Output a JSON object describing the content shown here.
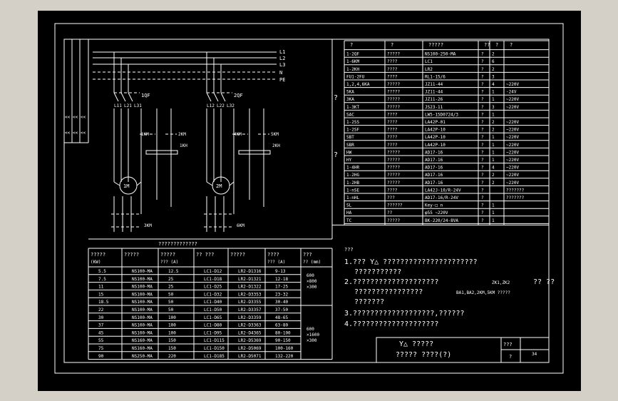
{
  "colors": {
    "background": "#000000",
    "lines": "#ffffff",
    "window": "#d4d0c8"
  },
  "bus_labels": [
    "L1",
    "L2",
    "L3",
    "N",
    "PE"
  ],
  "circuit": {
    "left": {
      "breaker": "1QF",
      "phases": [
        "L11",
        "L21",
        "L31"
      ],
      "contactors": [
        "1KM",
        "2KM",
        "3KM"
      ],
      "relay": "1KH",
      "motor": "1M"
    },
    "right": {
      "breaker": "2QF",
      "phases": [
        "L12",
        "L22",
        "L32"
      ],
      "contactors": [
        "4KM",
        "5KM",
        "6KM"
      ],
      "relay": "2KH",
      "motor": "2M"
    }
  },
  "bom": {
    "headers": [
      "?",
      "?",
      "?????",
      "??",
      "?",
      "?"
    ],
    "group_marks": [
      "?",
      "?"
    ],
    "rows": [
      [
        "1-2QF",
        "?????",
        "NS100-250-MA",
        "?",
        "2",
        ""
      ],
      [
        "1-6KM",
        "????",
        "LC1",
        "?",
        "6",
        ""
      ],
      [
        "1-2KH",
        "????",
        "LR2",
        "?",
        "2",
        ""
      ],
      [
        "FU1-2FU",
        "????",
        "RL1-15/6",
        "?",
        "3",
        ""
      ],
      [
        "1,2,4,6KA",
        "?????",
        "JZ11-44",
        "?",
        "4",
        "~220V"
      ],
      [
        "5KA",
        "?????",
        "JZ11-44",
        "?",
        "1",
        "-24V"
      ],
      [
        "3KA",
        "?????",
        "JZ11-26",
        "?",
        "1",
        "~220V"
      ],
      [
        "1-3KT",
        "?????",
        "JS23-11",
        "?",
        "3",
        "~220V"
      ],
      [
        "SAC",
        "????",
        "LW5-15D0724/3",
        "?",
        "1",
        ""
      ],
      [
        "1-2SS",
        "????",
        "LA42P-01",
        "?",
        "2",
        "~220V"
      ],
      [
        "1-2SF",
        "????",
        "LA42P-10",
        "?",
        "2",
        "~220V"
      ],
      [
        "SBT",
        "????",
        "LA42P-10",
        "?",
        "1",
        "~220V"
      ],
      [
        "SBR",
        "????",
        "LA42P-10",
        "?",
        "1",
        "~220V"
      ],
      [
        "HW",
        "?????",
        "AD17-16",
        "?",
        "1",
        "~220V"
      ],
      [
        "HY",
        "?????",
        "AD17-16",
        "?",
        "1",
        "~220V"
      ],
      [
        "1-4HR",
        "?????",
        "AD17-16",
        "?",
        "4",
        "~220V"
      ],
      [
        "1-2HG",
        "?????",
        "AD17-16",
        "?",
        "2",
        "~220V"
      ],
      [
        "1-2HB",
        "?????",
        "AD17-16",
        "?",
        "2",
        "~220V"
      ],
      [
        "1-nSE",
        "????",
        "LA42J-10/R-24V",
        "?",
        "",
        "???????"
      ],
      [
        "1-nHL",
        "???",
        "AD17-16/R-24V",
        "?",
        "",
        "???????"
      ],
      [
        "SL",
        "??????",
        "Key-□  n",
        "?",
        "1",
        ""
      ],
      [
        "HA",
        "??",
        "φ55 ~220V",
        "?",
        "1",
        ""
      ],
      [
        "TC",
        "?????",
        "BK-220/24-8VA",
        "?",
        "1",
        ""
      ]
    ]
  },
  "selection": {
    "title": "?????????????",
    "headers": [
      "?????\n(KW)",
      "?????",
      "?????\n??? (A)",
      "?? ???",
      "?????",
      "????\n??? (A)",
      "???\n?? (mm)"
    ],
    "rows": [
      [
        "5.5",
        "NS100-MA",
        "12.5",
        "LC1-D12",
        "LR2-D1316",
        "9-13"
      ],
      [
        "7.5",
        "NS100-MA",
        "25",
        "LC1-D18",
        "LR2-D1321",
        "12-18"
      ],
      [
        "11",
        "NS100-MA",
        "25",
        "LC1-D25",
        "LR2-D1322",
        "17-25"
      ],
      [
        "15",
        "NS100-MA",
        "50",
        "LC1-D32",
        "LR2-D3353",
        "23-32"
      ],
      [
        "18.5",
        "NS100-MA",
        "50",
        "LC1-D40",
        "LR2-D3355",
        "30-40"
      ],
      [
        "22",
        "NS100-MA",
        "50",
        "LC1-D50",
        "LR2-D3357",
        "37-50"
      ],
      [
        "30",
        "NS100-MA",
        "100",
        "LC1-D65",
        "LR2-D3359",
        "48-65"
      ],
      [
        "37",
        "NS100-MA",
        "100",
        "LC1-D80",
        "LR2-D3363",
        "63-80"
      ],
      [
        "45",
        "NS100-MA",
        "100",
        "LC1-D95",
        "LR2-D4365",
        "80-100"
      ],
      [
        "55",
        "NS160-MA",
        "150",
        "LC1-D115",
        "LR2-D5369",
        "90-150"
      ],
      [
        "75",
        "NS160-MA",
        "150",
        "LC1-D150",
        "LR2-D5069",
        "100-160"
      ],
      [
        "90",
        "NS250-MA",
        "220",
        "LC1-D185",
        "LR2-D5071",
        "132-220"
      ]
    ],
    "sizes": [
      "600\n×800\n×300",
      "600\n×1600\n×300"
    ]
  },
  "notes": {
    "title": "???",
    "n1": "1.??? Y△  ??????????????????????",
    "n1b": "???????????",
    "n2": "2.????????????????????",
    "n2b": "ZK1,ZK2",
    "n2c": "?? ??",
    "n2d": "????????????????",
    "n2e": "BA1,BA2,2KM,5KM ?????",
    "n2f": "???????",
    "n3": "3.???????????????????,??????",
    "n4": "4.????????????????????"
  },
  "title_block": {
    "line1": "Y△ ?????",
    "line2": "?????  ????(?)",
    "c1": "???",
    "c2": "?",
    "page": "34"
  }
}
